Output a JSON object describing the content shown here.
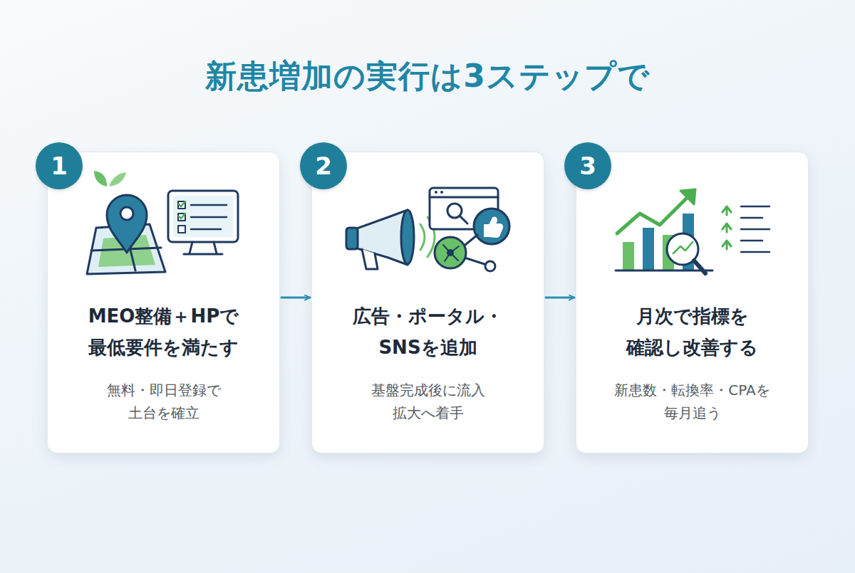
{
  "diagram": {
    "title": "新患増加の実行は3ステップで",
    "nodes": [
      {
        "text": [
          "MEO整備＋HPで 最低要件を満たす",
          "無料・即日登録で 土台を確立"
        ]
      },
      {
        "text": [
          "1"
        ],
        "in": 0
      },
      {
        "text": [
          "広告・ポータル・ SNSを追加",
          "基盤完成後に流入 拡大へ着手"
        ]
      },
      {
        "text": [
          "2"
        ],
        "in": 2
      },
      {
        "text": [
          "月次で指標を 確認し改善する",
          "新患数・転換率・CPAを 毎月追う"
        ]
      },
      {
        "text": [
          "3"
        ],
        "in": 4
      }
    ],
    "edges": [
      {
        "from": 0,
        "to": 2,
        "arrow": "to"
      },
      {
        "from": 2,
        "to": 4,
        "arrow": "to"
      }
    ]
  }
}
